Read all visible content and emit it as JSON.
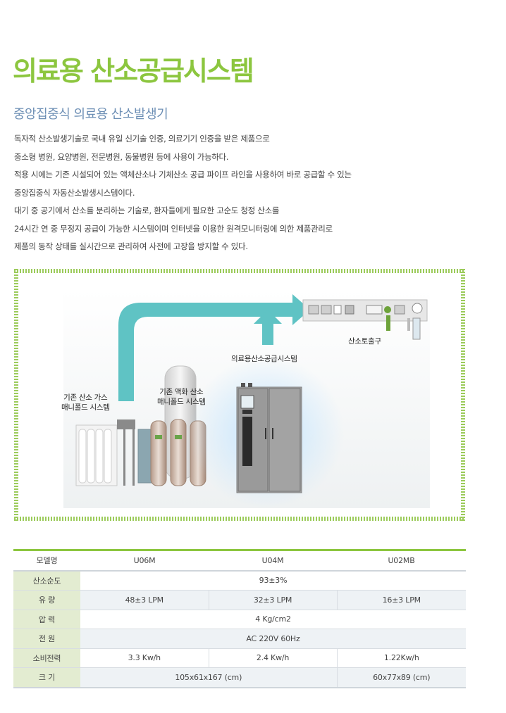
{
  "header": {
    "title": "의료용 산소공급시스템",
    "subtitle": "중앙집중식 의료용 산소발생기"
  },
  "description": [
    "독자적 산소발생기술로 국내 유일 신기술 인증, 의료기기 인증을 받은 제품으로",
    "중소형 병원, 요양병원, 전문병원, 동물병원 등에 사용이 가능하다.",
    "적용 시에는 기존 시설되어 있는 액체산소나 기체산소 공급 파이프 라인을 사용하여  바로 공급할 수 있는",
    "중앙집중식 자동산소발생시스템이다.",
    "대기 중 공기에서 산소를 분리하는 기술로, 환자들에게 필요한 고순도 청정 산소를",
    "24시간 연 중 무정지 공급이 가능한 시스템이며 인터넷을 이용한 원격모니터링에 의한 제품관리로",
    "제품의 동작 상태를 실시간으로 관리하여 사전에 고장을 방지할 수 있다."
  ],
  "diagram": {
    "label_outlet": "산소토출구",
    "label_system": "의료용산소공급시스템",
    "label_gas_manifold_1": "기존 산소 가스",
    "label_gas_manifold_2": "매니폴드 시스템",
    "label_liquid_manifold_1": "기존 액화 산소",
    "label_liquid_manifold_2": "매니폴드 시스템",
    "colors": {
      "arrow": "#5fc3c4",
      "frame": "#9ccb5b",
      "cabinet": "#9b9b9b"
    }
  },
  "spec_table": {
    "header": [
      "모델명",
      "U06M",
      "U04M",
      "U02MB"
    ],
    "rows": {
      "purity": {
        "label": "산소순도",
        "value": "93±3%"
      },
      "flow": {
        "label": "유 량",
        "u06m": "48±3 LPM",
        "u04m": "32±3 LPM",
        "u02mb": "16±3 LPM"
      },
      "pressure": {
        "label": "압 력",
        "value": "4 Kg/cm2"
      },
      "power": {
        "label": "전 원",
        "value": "AC 220V 60Hz"
      },
      "consumption": {
        "label": "소비전력",
        "u06m": "3.3 Kw/h",
        "u04m": "2.4 Kw/h",
        "u02mb": "1.22Kw/h"
      },
      "size": {
        "label": "크 기",
        "u06m_u04m": "105x61x167 (cm)",
        "u02mb": "60x77x89 (cm)"
      }
    }
  }
}
